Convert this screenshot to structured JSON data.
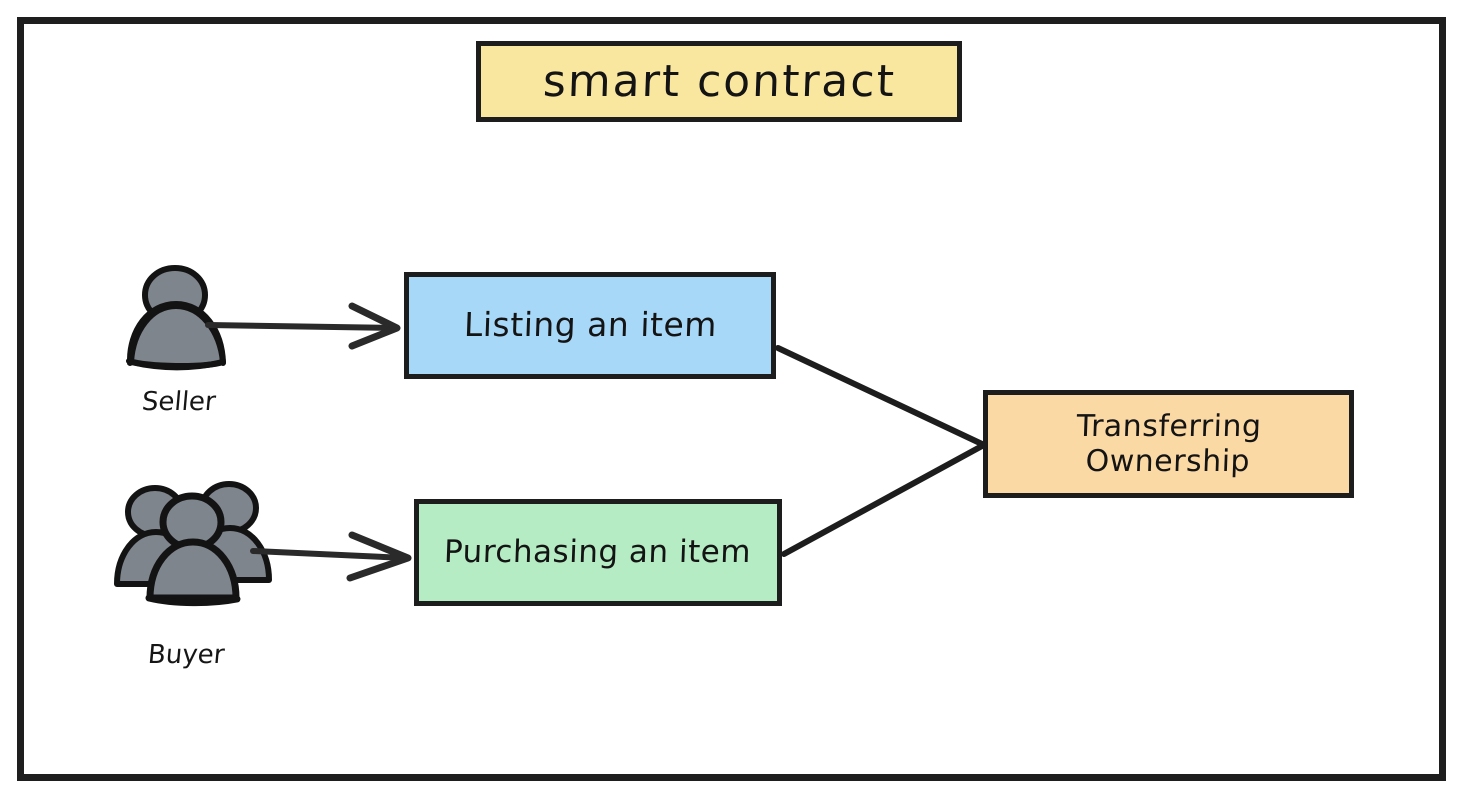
{
  "diagram": {
    "title_box": {
      "label": "smart contract",
      "fill": "#f9e79f"
    },
    "nodes": [
      {
        "id": "listing",
        "label": "Listing an item",
        "fill": "#a8d8f8"
      },
      {
        "id": "purchasing",
        "label": "Purchasing an item",
        "fill": "#b5ecc4"
      },
      {
        "id": "transfer",
        "label": "Transferring\nOwnership",
        "fill": "#fbd9a5"
      }
    ],
    "actors": [
      {
        "id": "seller",
        "label": "Seller",
        "icon": "single-person-icon",
        "fill": "#7e858c"
      },
      {
        "id": "buyer",
        "label": "Buyer",
        "icon": "people-group-icon",
        "fill": "#7e858c"
      }
    ],
    "edges": [
      {
        "from": "seller",
        "to": "listing",
        "arrowhead": true
      },
      {
        "from": "buyer",
        "to": "purchasing",
        "arrowhead": true
      },
      {
        "from": "listing",
        "to": "transfer",
        "arrowhead": false
      },
      {
        "from": "purchasing",
        "to": "transfer",
        "arrowhead": false
      }
    ],
    "colors": {
      "stroke": "#1d1d1d",
      "frame": "#1e1e1e",
      "background": "#ffffff",
      "actor_fill": "#7e858c"
    }
  }
}
